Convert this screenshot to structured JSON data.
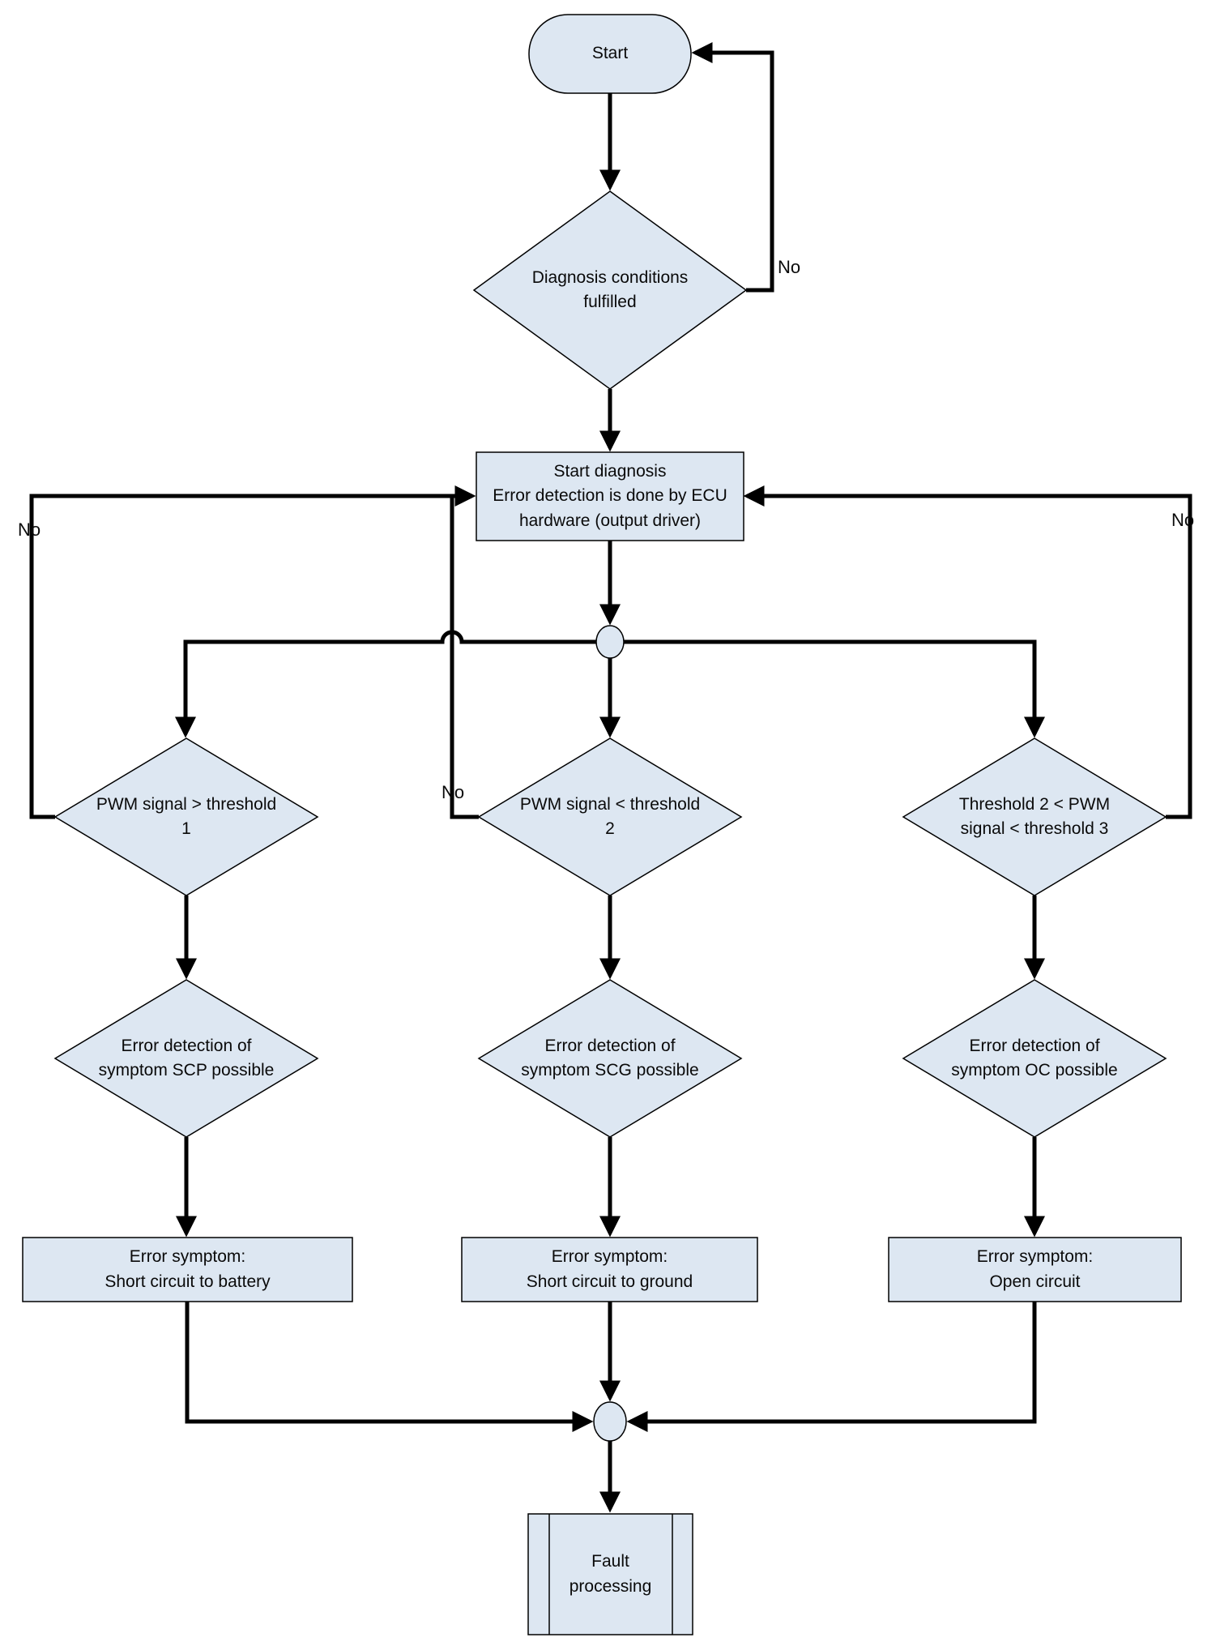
{
  "diagram": {
    "type": "flowchart",
    "background": "#ffffff",
    "shape_fill": "#dde7f2",
    "shape_border": "#000000",
    "line_color": "#000000"
  },
  "nodes": {
    "start": {
      "type": "terminator",
      "label": "Start"
    },
    "conditions": {
      "type": "decision",
      "label": "Diagnosis conditions\nfulfilled"
    },
    "start_diagnosis": {
      "type": "process",
      "label": "Start diagnosis\nError detection is done by ECU\nhardware (output driver)"
    },
    "pwm_gt_threshold1": {
      "type": "decision",
      "label": "PWM signal > threshold\n1"
    },
    "pwm_lt_threshold2": {
      "type": "decision",
      "label": "PWM signal < threshold\n2"
    },
    "threshold2_pwm_threshold3": {
      "type": "decision",
      "label": "Threshold 2 < PWM\nsignal < threshold 3"
    },
    "scp_possible": {
      "type": "decision",
      "label": "Error detection of\nsymptom SCP possible"
    },
    "scg_possible": {
      "type": "decision",
      "label": "Error detection of\nsymptom SCG possible"
    },
    "oc_possible": {
      "type": "decision",
      "label": "Error detection of\nsymptom OC possible"
    },
    "symptom_battery": {
      "type": "process",
      "label": "Error symptom:\nShort circuit to battery"
    },
    "symptom_ground": {
      "type": "process",
      "label": "Error symptom:\nShort circuit to ground"
    },
    "symptom_open": {
      "type": "process",
      "label": "Error symptom:\nOpen circuit"
    },
    "fault_processing": {
      "type": "predefined-process",
      "label": "Fault\nprocessing"
    }
  },
  "edge_labels": {
    "no_top": "No",
    "no_left": "No",
    "no_middle": "No",
    "no_right": "No"
  }
}
